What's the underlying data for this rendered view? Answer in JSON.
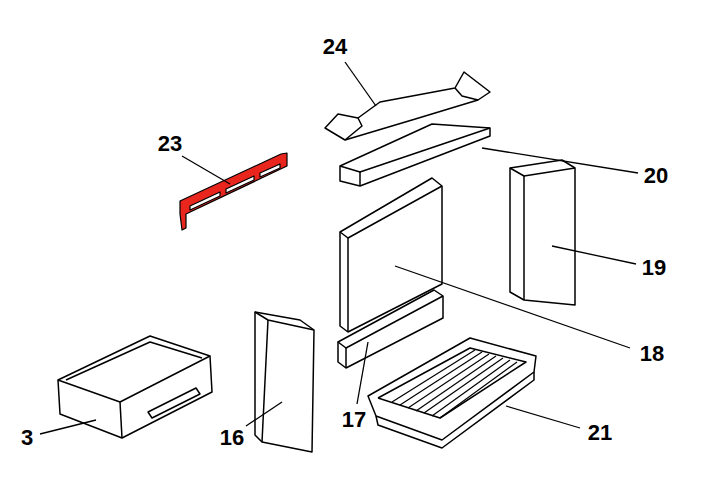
{
  "diagram": {
    "labels": [
      "24",
      "23",
      "20",
      "19",
      "18",
      "17",
      "3",
      "16",
      "21"
    ]
  }
}
